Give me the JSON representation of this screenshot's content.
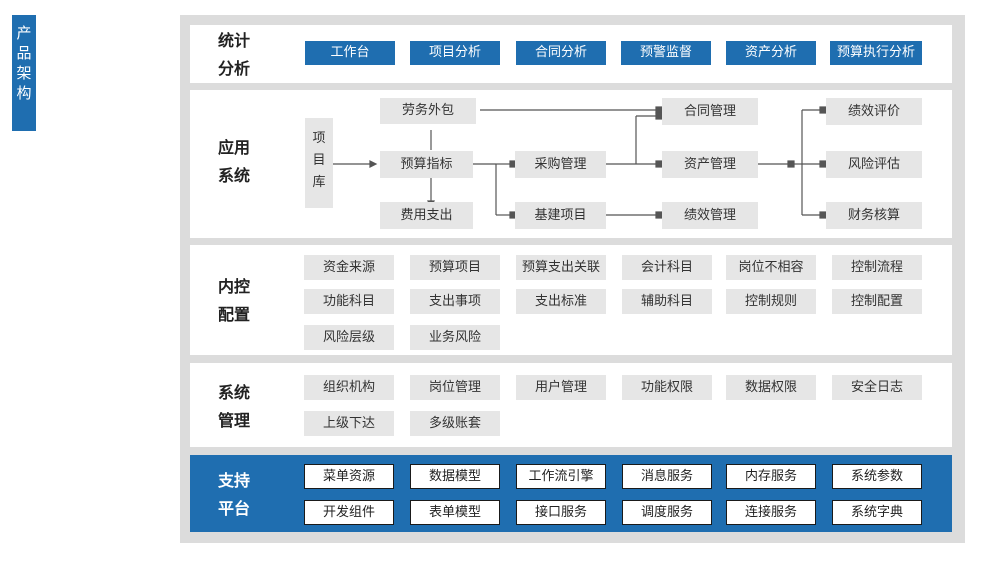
{
  "side_tag": [
    "产",
    "品",
    "架",
    "构"
  ],
  "sections": {
    "stats": {
      "label": [
        "统计",
        "分析"
      ],
      "items": [
        "工作台",
        "项目分析",
        "合同分析",
        "预警监督",
        "资产分析",
        "预算执行分析"
      ]
    },
    "app": {
      "label": [
        "应用",
        "系统"
      ],
      "project_lib": [
        "项",
        "目",
        "库"
      ],
      "nodes": {
        "outsource": "劳务外包",
        "budget": "预算指标",
        "expense": "费用支出",
        "procure": "采购管理",
        "construct": "基建项目",
        "contract": "合同管理",
        "asset": "资产管理",
        "perf_mgmt": "绩效管理",
        "perf_eval": "绩效评价",
        "risk_eval": "风险评估",
        "fin_audit": "财务核算"
      }
    },
    "control": {
      "label": [
        "内控",
        "配置"
      ],
      "items": [
        "资金来源",
        "预算项目",
        "预算支出关联",
        "会计科目",
        "岗位不相容",
        "控制流程",
        "功能科目",
        "支出事项",
        "支出标准",
        "辅助科目",
        "控制规则",
        "控制配置",
        "风险层级",
        "业务风险"
      ]
    },
    "sysmgmt": {
      "label": [
        "系统",
        "管理"
      ],
      "items": [
        "组织机构",
        "岗位管理",
        "用户管理",
        "功能权限",
        "数据权限",
        "安全日志",
        "上级下达",
        "多级账套"
      ]
    },
    "platform": {
      "label": [
        "支持",
        "平台"
      ],
      "items": [
        "菜单资源",
        "数据模型",
        "工作流引擎",
        "消息服务",
        "内存服务",
        "系统参数",
        "开发组件",
        "表单模型",
        "接口服务",
        "调度服务",
        "连接服务",
        "系统字典"
      ]
    }
  }
}
